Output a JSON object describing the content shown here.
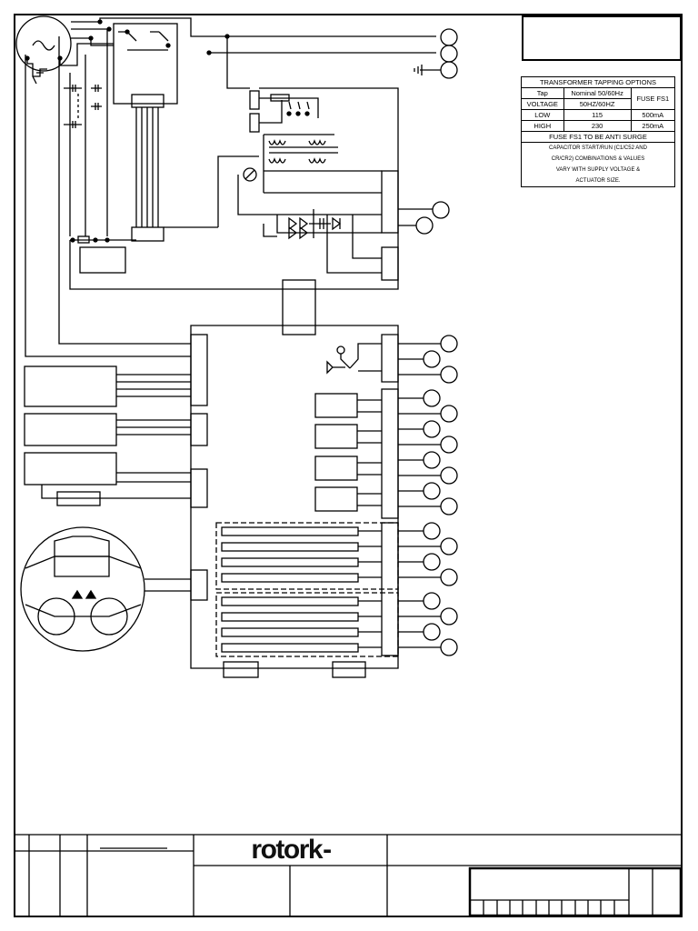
{
  "tapping_table": {
    "title": "TRANSFORMER TAPPING OPTIONS",
    "col_tap": "Tap",
    "col_nominal": "Nominal 50/60Hz",
    "col_fuse": "FUSE FS1",
    "row_voltage_label": "VOLTAGE",
    "row_voltage_value": "50HZ/60HZ",
    "rows": [
      {
        "tap": "LOW",
        "voltage": "115",
        "fuse": "500mA"
      },
      {
        "tap": "HIGH",
        "voltage": "230",
        "fuse": "250mA"
      }
    ],
    "note_fuse": "FUSE FS1 TO BE ANTI SURGE",
    "note_lines": [
      "CAPACITOR START/RUN (C1/C52 AND",
      "CR/CR2) COMBINATIONS & VALUES",
      "VARY WITH SUPPLY VOLTAGE &",
      "ACTUATOR SIZE."
    ]
  },
  "title_block": {
    "logo_text": "rotork",
    "logo_suffix": "-"
  },
  "colors": {
    "line": "#000000",
    "background": "#ffffff"
  }
}
